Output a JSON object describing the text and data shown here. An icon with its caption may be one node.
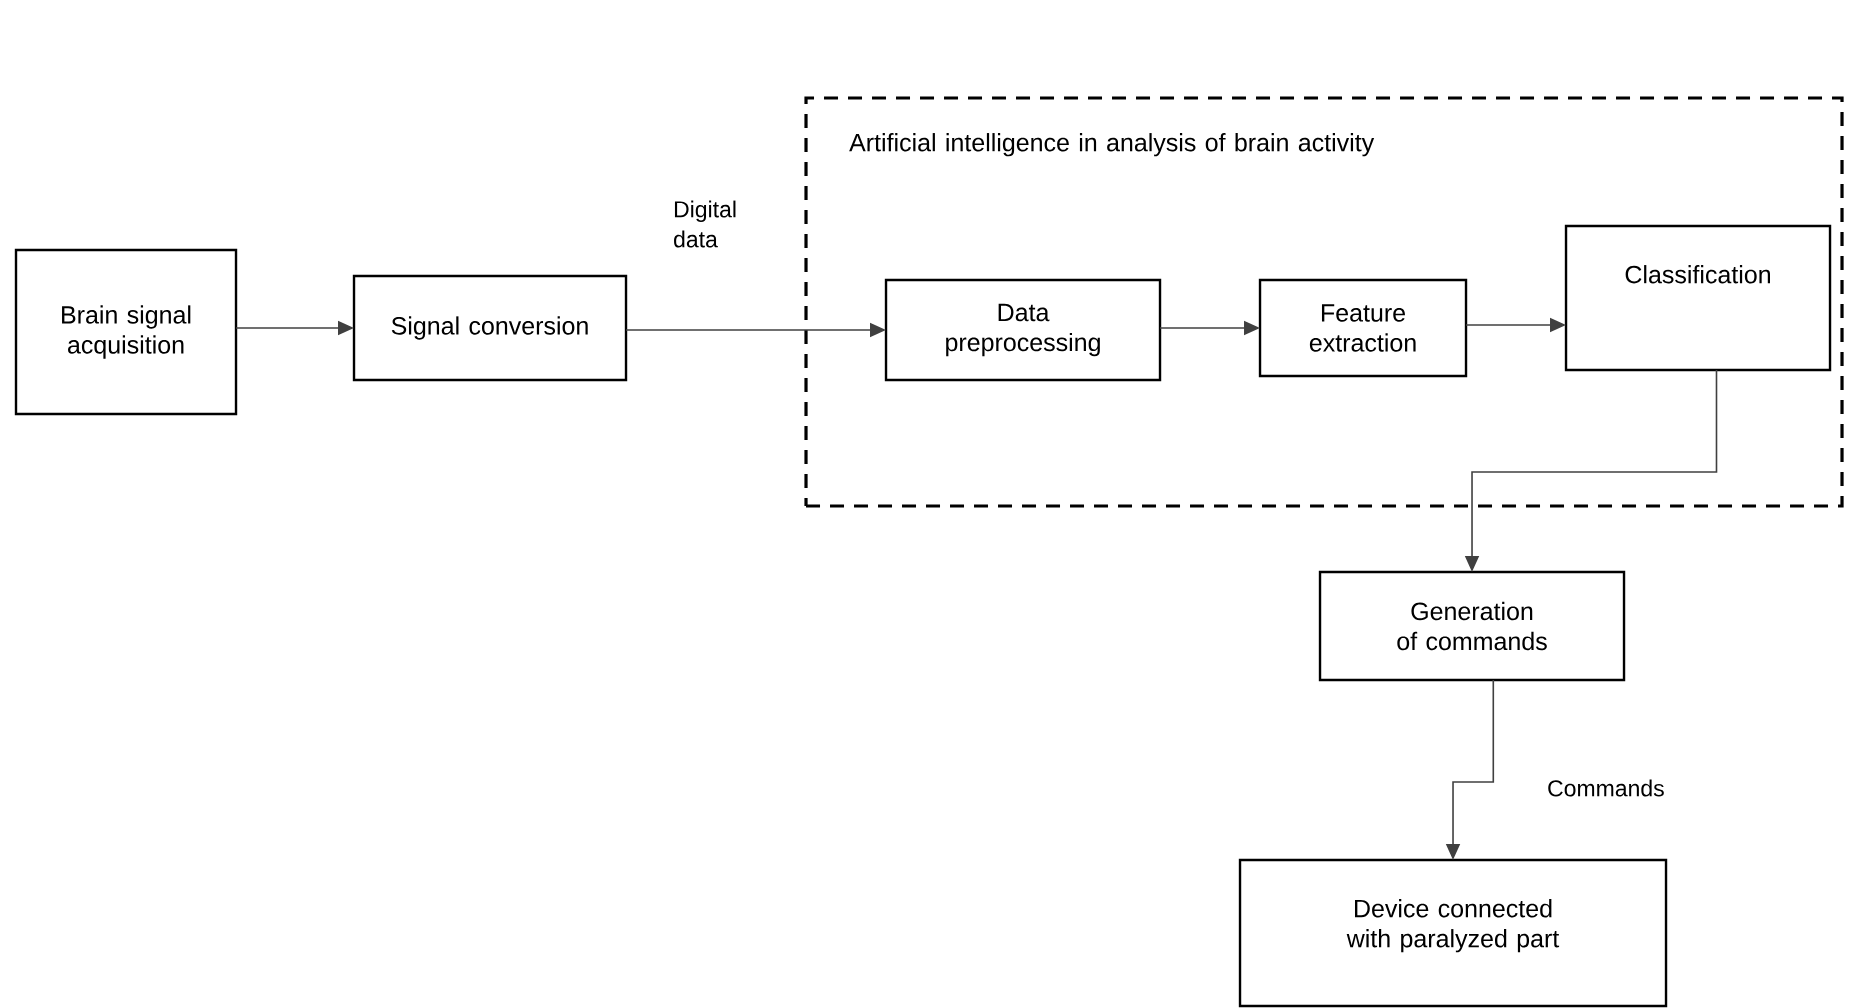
{
  "diagram": {
    "nodes": [
      {
        "text": [
          "Brain signal acquisition"
        ]
      },
      {
        "text": [
          "Signal conversion"
        ]
      },
      {
        "text": [
          "Artificial intelligence in analysis of brain activity"
        ]
      },
      {
        "text": [
          "Data preprocessing"
        ],
        "in": 2
      },
      {
        "text": [
          "Feature extraction"
        ],
        "in": 2
      },
      {
        "text": [
          "Classification"
        ],
        "in": 2
      },
      {
        "text": [
          "Generation of commands"
        ]
      },
      {
        "text": [
          "Device connected with paralyzed part"
        ]
      }
    ],
    "edges": [
      {
        "from": 0,
        "to": 1,
        "arrow": "to"
      },
      {
        "from": 1,
        "to": 3,
        "arrow": "to",
        "label": "Digital data"
      },
      {
        "from": 3,
        "to": 4,
        "arrow": "to"
      },
      {
        "from": 4,
        "to": 5,
        "arrow": "to"
      },
      {
        "from": 5,
        "to": 6,
        "arrow": "to"
      },
      {
        "from": 6,
        "to": 7,
        "arrow": "to",
        "label": "Commands"
      }
    ]
  }
}
